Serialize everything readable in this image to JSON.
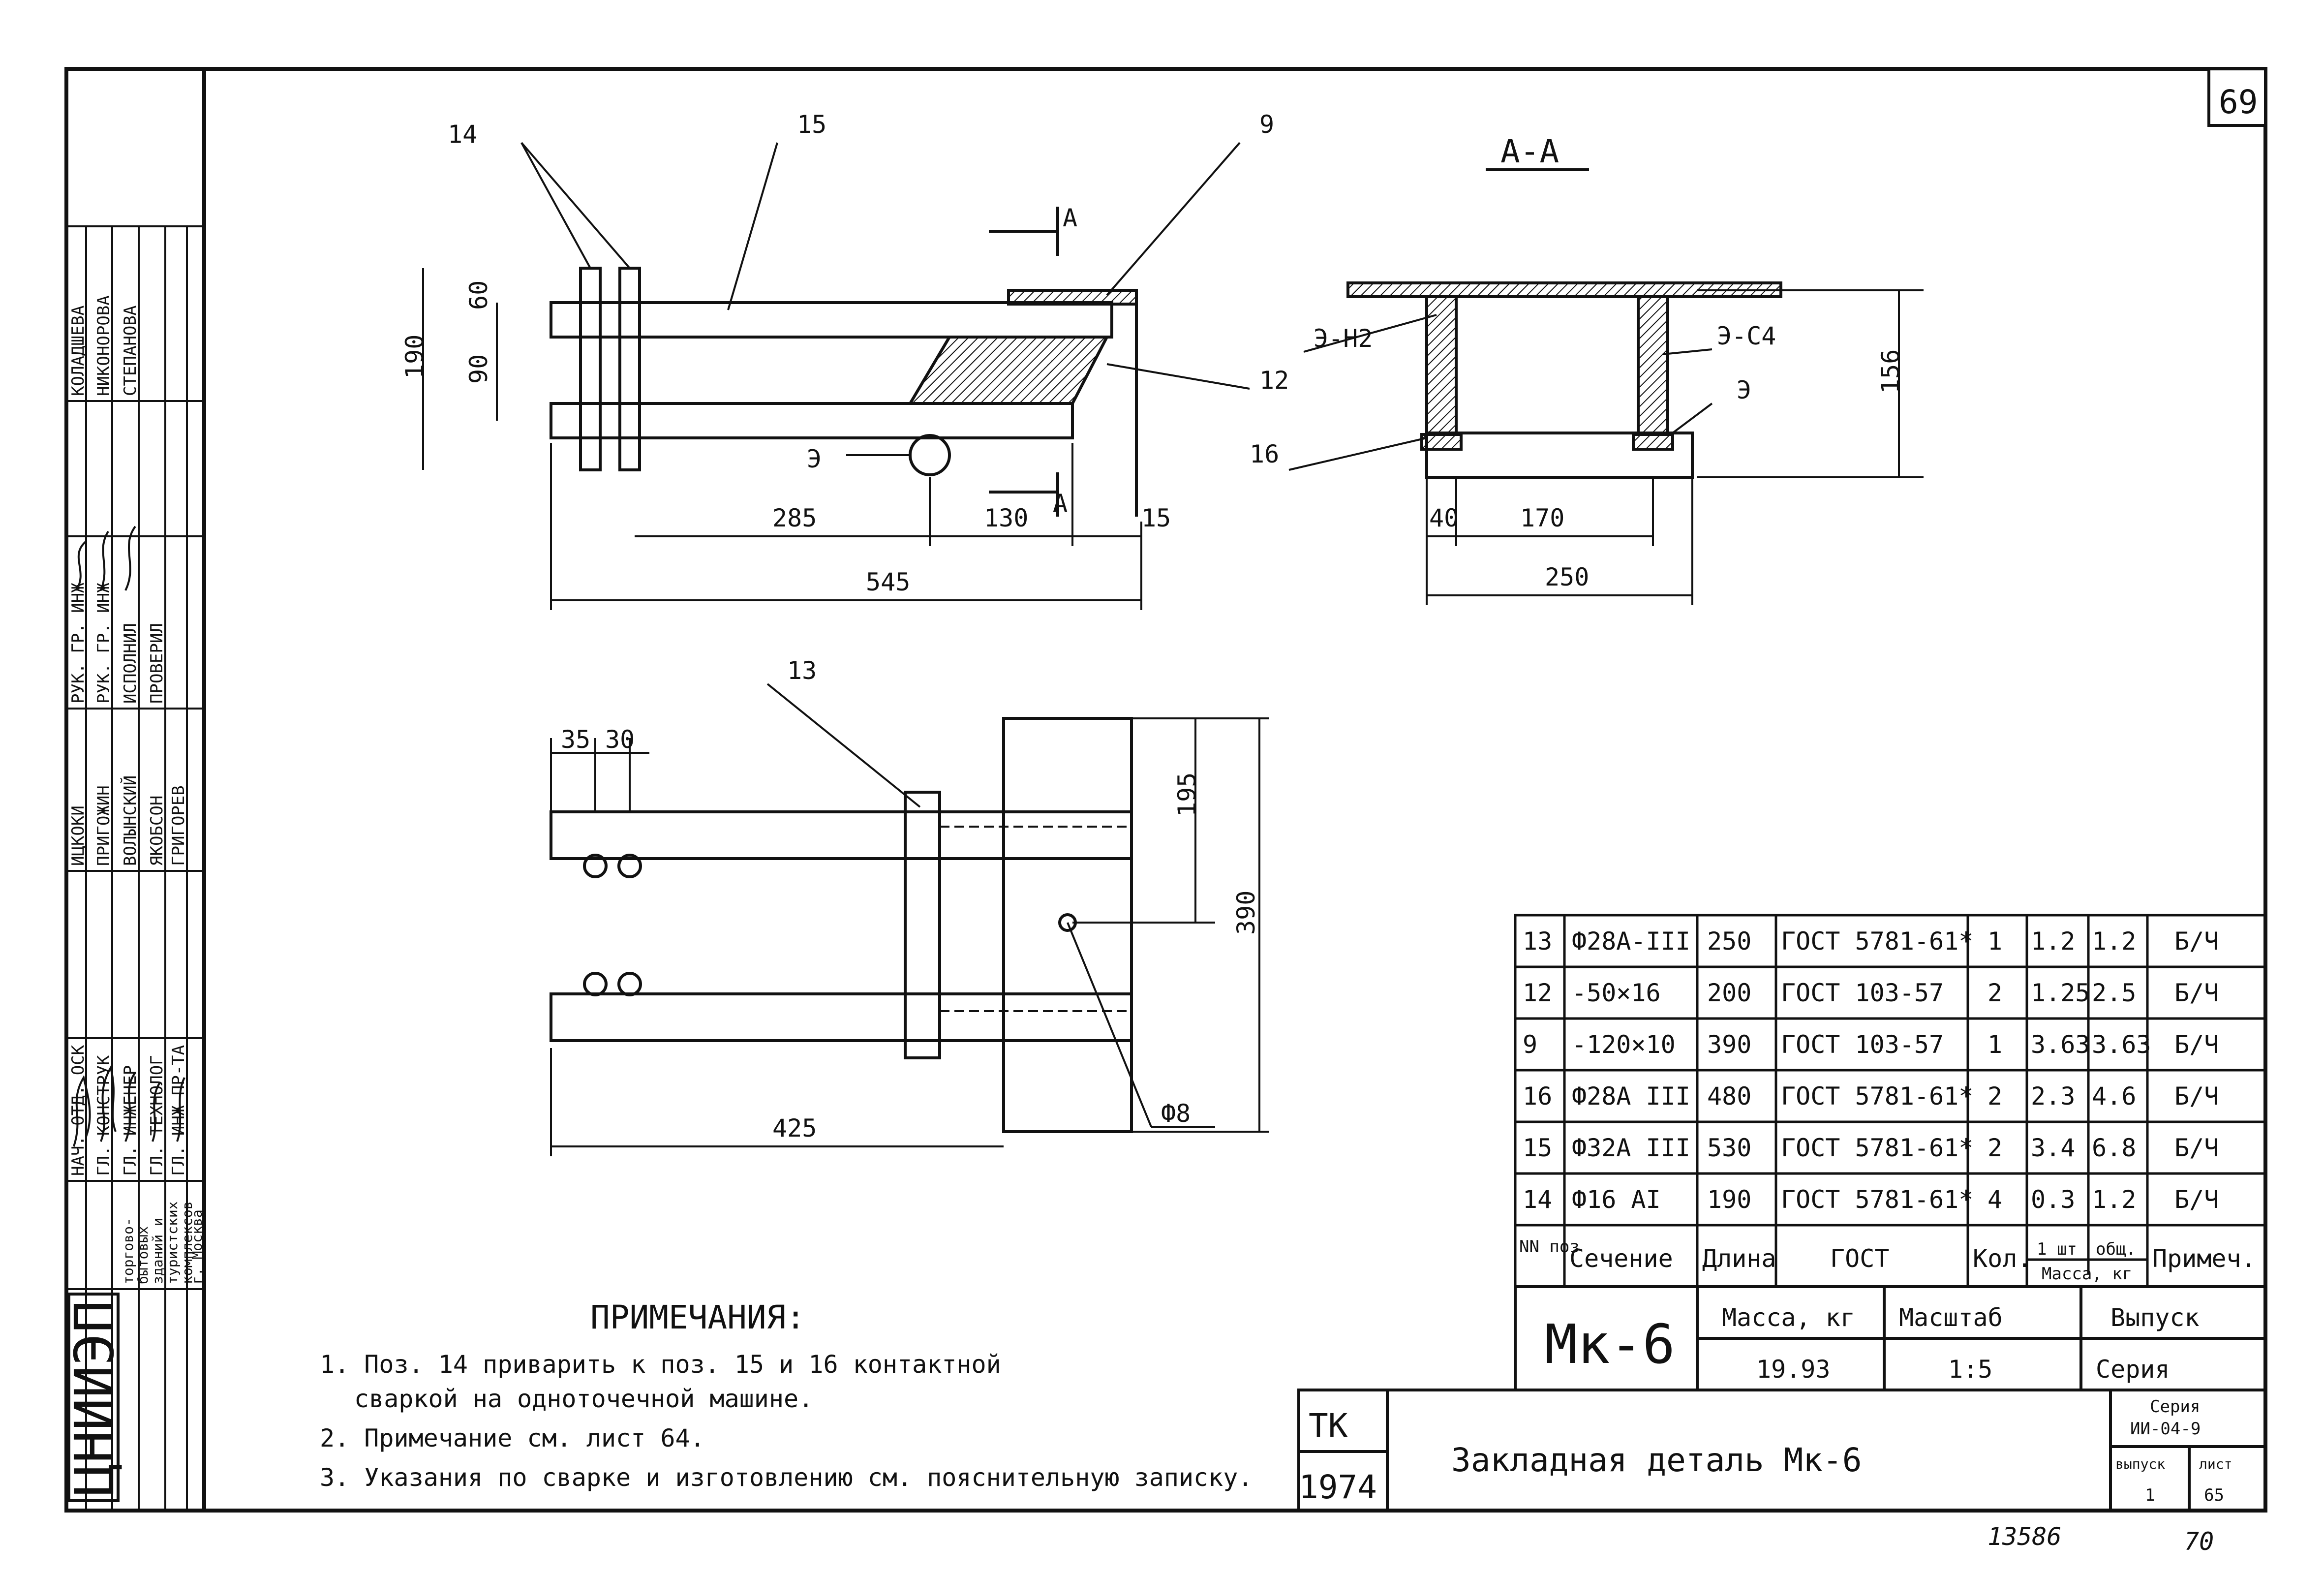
{
  "sheet": {
    "page_number": "69",
    "footer_left": "13586",
    "footer_right": "70"
  },
  "org": {
    "logo": "ЦНИИЭП",
    "institute": [
      "торгово-",
      "бытовых",
      "зданий и",
      "туристских",
      "комплексов",
      "г. Москва"
    ],
    "roles": [
      "НАЧ. ОТД. ОСК",
      "ГЛ. КОНСТРУК",
      "ГЛ. ИНЖЕНЕР",
      "ГЛ. ТЕХНОЛОГ",
      "ГЛ. ИНЖ ПР-ТА"
    ],
    "names": [
      "ИЦКОКИ",
      "ПРИГОЖИН",
      "ВОЛЫНСКИЙ",
      "ЯКОБСОН",
      "ГРИГОРЕВ"
    ],
    "roles2": [
      "РУК. ГР. ИНЖ",
      "РУК. ГР. ИНЖ",
      "ИСПОЛНИЛ",
      "ПРОВЕРИЛ"
    ],
    "names2": [
      "КОЛАДШЕВА",
      "НИКОНОРОВА",
      "СТЕПАНОВА"
    ]
  },
  "drawing": {
    "plan_labels": {
      "pos14": "14",
      "pos15": "15",
      "pos9": "9",
      "pos12": "12",
      "pos13": "13",
      "section_mark": "А",
      "weld_e": "Э",
      "dim_190": "190",
      "dim_60": "60",
      "dim_90": "90",
      "dim_285": "285",
      "dim_130": "130",
      "dim_15": "15",
      "dim_545": "545",
      "dim_35": "35",
      "dim_30": "30",
      "dim_195": "195",
      "dim_390": "390",
      "dim_425": "425",
      "dim_d8": "Ф8"
    },
    "section": {
      "title": "А-А",
      "weld_n2": "Э-Н2",
      "weld_c4": "Э-С4",
      "weld_e": "Э",
      "pos16": "16",
      "dim_156": "156",
      "dim_40": "40",
      "dim_170": "170",
      "dim_250": "250"
    }
  },
  "notes": {
    "heading": "ПРИМЕЧАНИЯ:",
    "items": [
      "1. Поз. 14 приварить к поз. 15 и 16 контактной",
      "сваркой на одноточечной машине.",
      "2. Примечание см. лист 64.",
      "3. Указания по сварке и изготовлению см. пояснительную записку."
    ]
  },
  "spec": {
    "headers": [
      "NN поз",
      "Сечение",
      "Длина",
      "ГОСТ",
      "Кол.",
      "1 шт",
      "общ.",
      "Примеч."
    ],
    "mass_header": "Масса, кг",
    "rows": [
      [
        "13",
        "Ф28А-III",
        "250",
        "ГОСТ 5781-61*",
        "1",
        "1.2",
        "1.2",
        "Б/Ч"
      ],
      [
        "12",
        "-50×16",
        "200",
        "ГОСТ 103-57",
        "2",
        "1.25",
        "2.5",
        "Б/Ч"
      ],
      [
        "9",
        "-120×10",
        "390",
        "ГОСТ 103-57",
        "1",
        "3.63",
        "3.63",
        "Б/Ч"
      ],
      [
        "16",
        "Ф28А III",
        "480",
        "ГОСТ 5781-61*",
        "2",
        "2.3",
        "4.6",
        "Б/Ч"
      ],
      [
        "15",
        "Ф32А III",
        "530",
        "ГОСТ 5781-61*",
        "2",
        "3.4",
        "6.8",
        "Б/Ч"
      ],
      [
        "14",
        "Ф16 АI",
        "190",
        "ГОСТ 5781-61*",
        "4",
        "0.3",
        "1.2",
        "Б/Ч"
      ]
    ]
  },
  "title_block": {
    "mark": "Мк-6",
    "mass_label": "Масса, кг",
    "mass_value": "19.93",
    "scale_label": "Масштаб",
    "scale_value": "1:5",
    "issue_label": "Выпуск",
    "series_label": "Серия",
    "tk": "ТК",
    "year": "1974",
    "title": "Закладная деталь Мк-6",
    "series_value": "ИИ-04-9",
    "issue_small": "выпуск",
    "issue_value": "1",
    "sheet_label": "лист",
    "sheet_value": "65"
  }
}
